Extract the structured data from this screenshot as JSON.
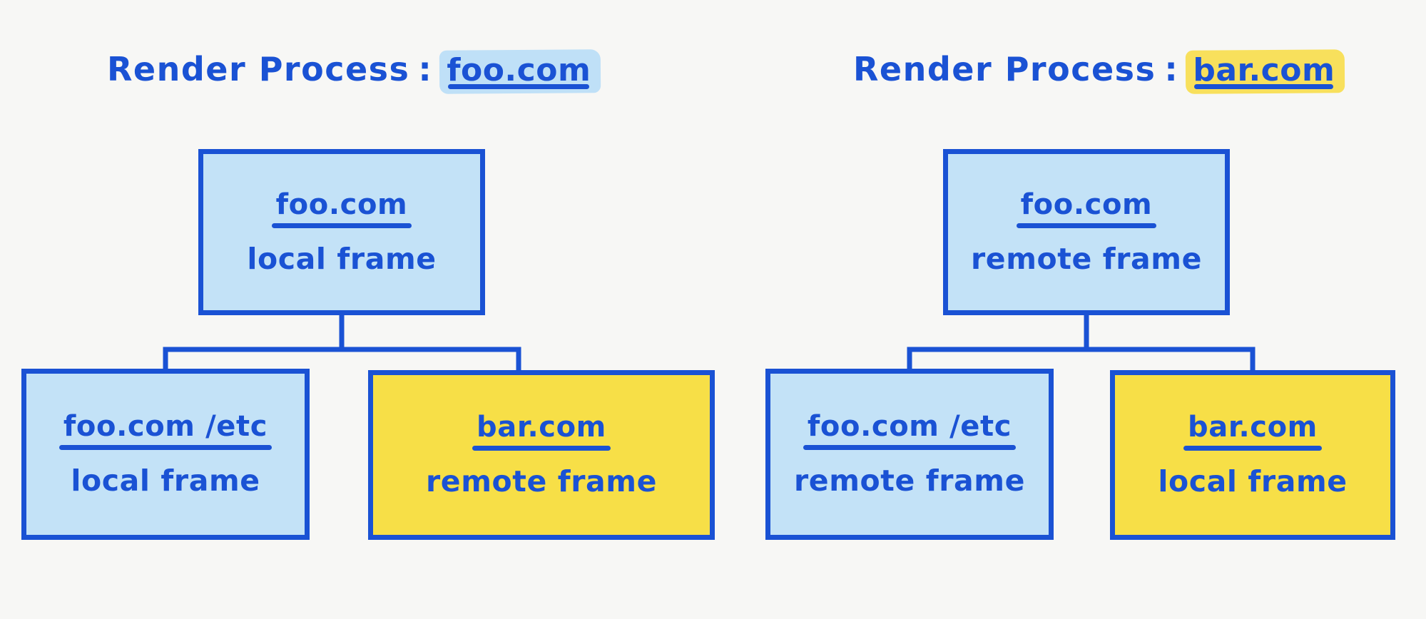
{
  "colors": {
    "ink": "#1a52d4",
    "blue_fill": "#c3e2f7",
    "yellow_fill": "#f7df47",
    "blue_highlight": "#bfe0f7",
    "yellow_highlight": "#f8e05c",
    "background": "#f7f7f5"
  },
  "diagrams": [
    {
      "id": "left",
      "title": {
        "label": "Render Process",
        "separator": ":",
        "process_origin": "foo.com",
        "highlight": "blue"
      },
      "root": {
        "origin": "foo.com",
        "frame_type": "local frame",
        "fill": "blue"
      },
      "children": [
        {
          "origin": "foo.com /etc",
          "frame_type": "local frame",
          "fill": "blue"
        },
        {
          "origin": "bar.com",
          "frame_type": "remote frame",
          "fill": "yellow"
        }
      ]
    },
    {
      "id": "right",
      "title": {
        "label": "Render Process",
        "separator": ":",
        "process_origin": "bar.com",
        "highlight": "yellow"
      },
      "root": {
        "origin": "foo.com",
        "frame_type": "remote frame",
        "fill": "blue"
      },
      "children": [
        {
          "origin": "foo.com /etc",
          "frame_type": "remote frame",
          "fill": "blue"
        },
        {
          "origin": "bar.com",
          "frame_type": "local frame",
          "fill": "yellow"
        }
      ]
    }
  ]
}
